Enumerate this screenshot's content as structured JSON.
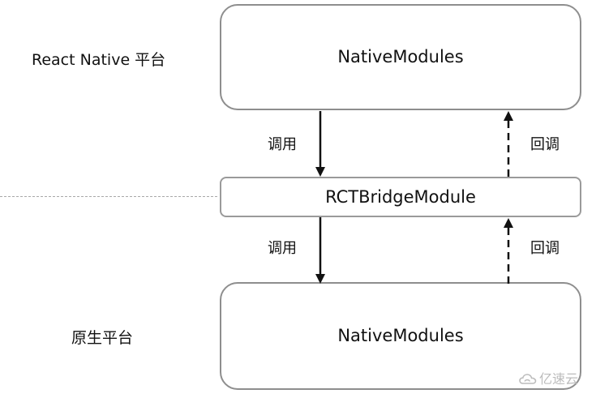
{
  "platforms": {
    "react_native_label": "React Native 平台",
    "native_label": "原生平台"
  },
  "boxes": {
    "top_label": "NativeModules",
    "bridge_label": "RCTBridgeModule",
    "bottom_label": "NativeModules"
  },
  "arrows": {
    "call_upper": "调用",
    "callback_upper": "回调",
    "call_lower": "调用",
    "callback_lower": "回调"
  },
  "watermark": {
    "text": "亿速云"
  }
}
